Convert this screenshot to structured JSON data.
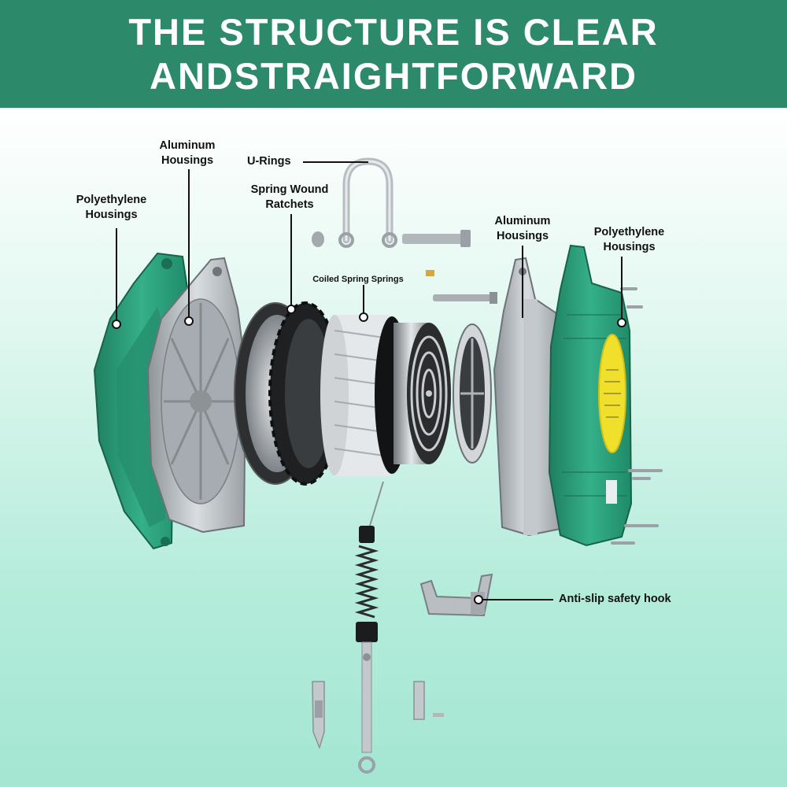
{
  "banner": {
    "line1": "THE STRUCTURE IS CLEAR",
    "line2": "ANDSTRAIGHTFORWARD",
    "color": "#2c8a6b"
  },
  "labels": {
    "poly_left": {
      "line1": "Polyethylene",
      "line2": "Housings"
    },
    "alu_left": {
      "line1": "Aluminum",
      "line2": "Housings"
    },
    "u_rings": "U-Rings",
    "ratchets": {
      "line1": "Spring Wound",
      "line2": "Ratchets"
    },
    "coiled": "Coiled Spring Springs",
    "alu_right": {
      "line1": "Aluminum",
      "line2": "Housings"
    },
    "poly_right": {
      "line1": "Polyethylene",
      "line2": "Housings"
    },
    "hook": "Anti-slip safety hook"
  },
  "colors": {
    "housing_green": "#2ea47f",
    "aluminum": "#b9bec3",
    "background": "#b5ecdb"
  }
}
